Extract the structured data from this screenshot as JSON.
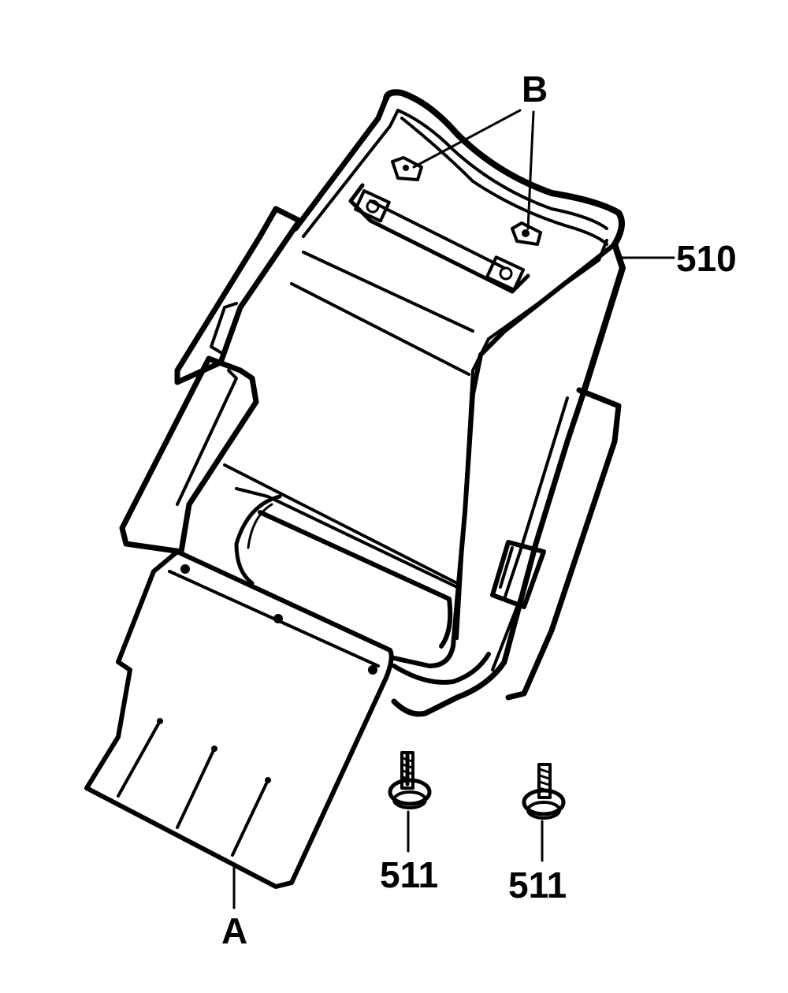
{
  "diagram": {
    "callouts": {
      "b": "B",
      "part_510": "510",
      "a": "A",
      "screw_left": "511",
      "screw_right": "511"
    }
  }
}
